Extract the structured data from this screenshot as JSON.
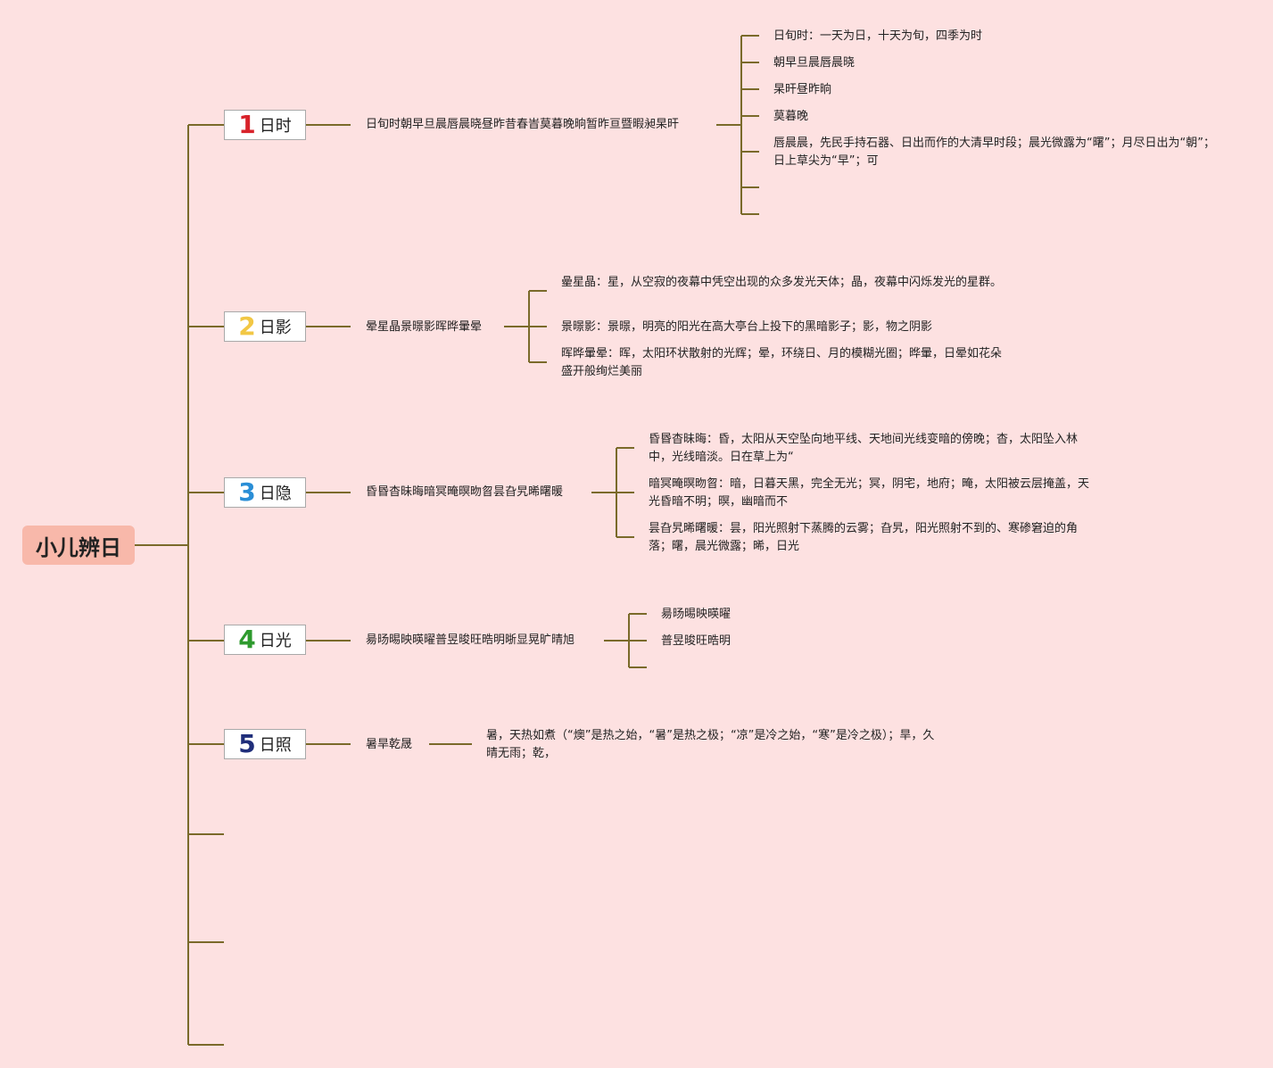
{
  "root": {
    "title": "小儿辨日"
  },
  "branches": [
    {
      "num": "1",
      "num_color": "#d8222a",
      "label": "日时",
      "summary": "日旬时朝早旦晨唇晨晓昼昨昔春旹莫暮晚晌暂昨亘暨暇昶杲旰",
      "leaves": [
        "日旬时：一天为日，十天为旬，四季为时",
        "朝早旦晨唇晨晓",
        "杲旰昼昨晌",
        "莫暮晚",
        "唇晨晨，先民手持石器、日出而作的大清早时段；晨光微露为“曙”；月尽日出为“朝”；日上草尖为“早”；可"
      ]
    },
    {
      "num": "2",
      "num_color": "#f2c744",
      "label": "日影",
      "summary": "晕星晶景暻影晖晔暈晕",
      "leaves": [
        "曐星晶：星，从空寂的夜幕中凭空出现的众多发光天体；晶，夜幕中闪烁发光的星群。",
        "景暻影：景暻，明亮的阳光在高大亭台上投下的黑暗影子；影，物之阴影",
        "晖晔暈晕：晖，太阳环状散射的光辉；晕，环绕日、月的模糊光圈；晔暈，日晕如花朵盛开般绚烂美丽"
      ]
    },
    {
      "num": "3",
      "num_color": "#2a8ed6",
      "label": "日隐",
      "summary": "昏昬杳昧晦暗冥晻暝昒曶昙旮旯晞曙暖",
      "leaves": [
        "昏昬杳昧晦：昏，太阳从天空坠向地平线、天地间光线变暗的傍晚；杳，太阳坠入林中，光线暗淡。日在草上为“",
        "暗冥晻暝昒曶：暗，日暮天黑，完全无光；冥，阴宅，地府；晻，太阳被云层掩盖，天光昏暗不明；暝，幽暗而不",
        "昙旮旯晞曙暖：昙，阳光照射下蒸腾的云雾；旮旯，阳光照射不到的、寒碜窘迫的角落；曙，晨光微露；晞，日光"
      ]
    },
    {
      "num": "4",
      "num_color": "#2e9a2e",
      "label": "日光",
      "summary": "昜旸晹映暎曜普昱晙旺晧明晣显晃旷晴旭",
      "leaves": [
        "昜旸晹映暎曜",
        "普昱晙旺晧明"
      ]
    },
    {
      "num": "5",
      "num_color": "#1f2e7a",
      "label": "日照",
      "summary": "暑旱乾晟",
      "leaves": [
        "暑，天热如煮（“燠”是热之始，“暑”是热之极；“凉”是冷之始，“寒”是冷之极）；旱，久晴无雨；乾，"
      ]
    }
  ],
  "colors": {
    "line": "#7a6a2a",
    "background": "#fde1e1",
    "root_fill": "#f8b8aa"
  }
}
